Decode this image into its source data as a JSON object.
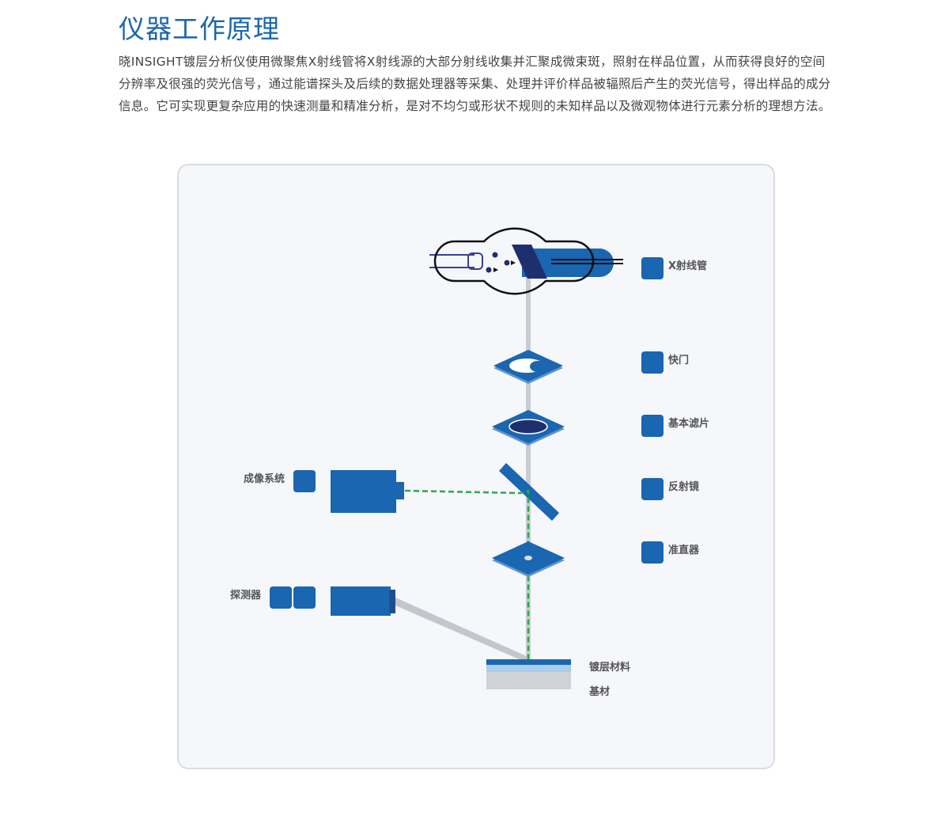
{
  "title": "仪器工作原理",
  "description": "晓INSIGHT镀层分析仪使用微聚焦X射线管将X射线源的大部分射线收集并汇聚成微束斑，照射在样品位置，从而获得良好的空间分辨率及很强的荧光信号，通过能谱探头及后续的数据处理器等采集、处理并评价样品被辐照后产生的荧光信号，得出样品的成分信息。它可实现更复杂应用的快速测量和精准分析，是对不均匀或形状不规则的未知样品以及微观物体进行元素分析的理想方法。",
  "labels": {
    "xray_tube": "X射线管",
    "shutter": "快门",
    "filter": "基本滤片",
    "mirror": "反射镜",
    "collimator": "准直器",
    "imaging": "成像系统",
    "detector": "探测器",
    "coating": "镀层材料",
    "substrate": "基材"
  },
  "colors": {
    "blue": "#1a66b0",
    "dark": "#1f2f6e",
    "green": "#2aa84a"
  }
}
